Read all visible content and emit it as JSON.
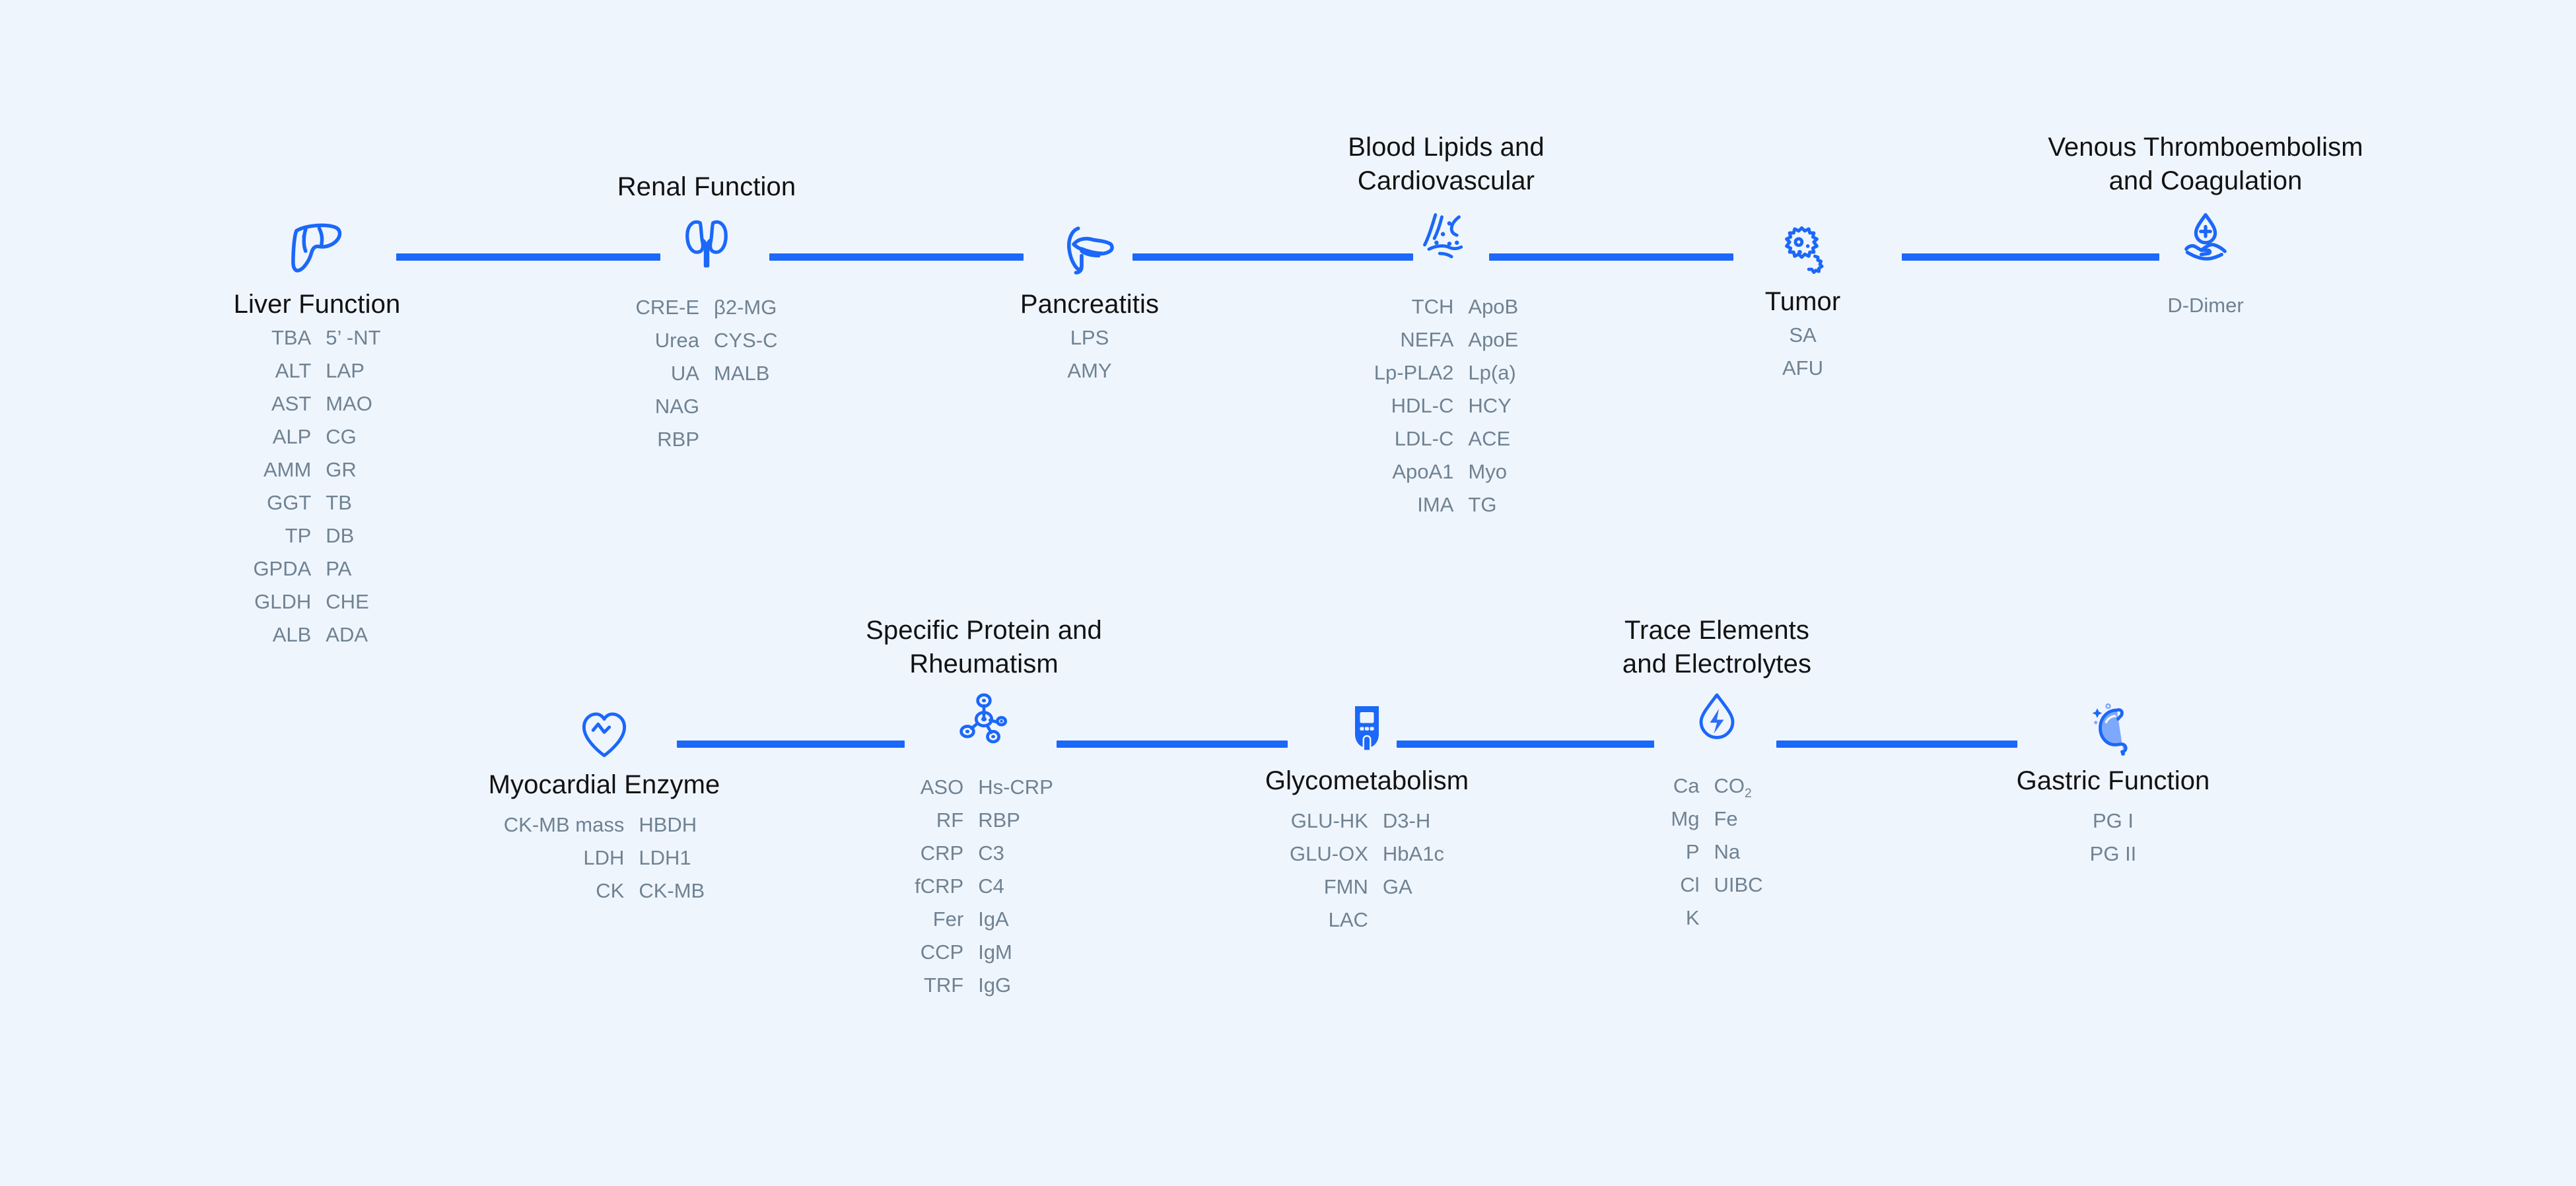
{
  "theme": {
    "background": "#eff5fd",
    "accent": "#1b68f9",
    "title_color": "#121212",
    "item_color": "#6f8292"
  },
  "diagram": {
    "type": "connected-node-flow",
    "rows": 2,
    "node_count": 10
  },
  "nodes": [
    {
      "id": "liver-function",
      "title": "Liver Function",
      "icon": "liver-icon",
      "title_position": "below",
      "columns": [
        [
          "TBA",
          "ALT",
          "AST",
          "ALP",
          "AMM",
          "GGT",
          "TP",
          "GPDA",
          "GLDH",
          "ALB"
        ],
        [
          "5’ -NT",
          "LAP",
          "MAO",
          "CG",
          "GR",
          "TB",
          "DB",
          "PA",
          "CHE",
          "ADA"
        ]
      ]
    },
    {
      "id": "renal-function",
      "title": "Renal Function",
      "icon": "kidneys-icon",
      "title_position": "above",
      "columns": [
        [
          "CRE-E",
          "Urea",
          "UA",
          "NAG",
          "RBP"
        ],
        [
          "β2-MG",
          "CYS-C",
          "MALB"
        ]
      ]
    },
    {
      "id": "pancreatitis",
      "title": "Pancreatitis",
      "icon": "pancreas-icon",
      "title_position": "below",
      "columns": [
        [
          "LPS",
          "AMY"
        ]
      ]
    },
    {
      "id": "blood-lipids-and-cardiovascular",
      "title": "Blood Lipids and\nCardiovascular",
      "icon": "artery-plaque-icon",
      "title_position": "above",
      "columns": [
        [
          "TCH",
          "NEFA",
          "Lp-PLA2",
          "HDL-C",
          "LDL-C",
          "ApoA1",
          "IMA"
        ],
        [
          "ApoB",
          "ApoE",
          "Lp(a)",
          "HCY",
          "ACE",
          "Myo",
          "TG"
        ]
      ]
    },
    {
      "id": "tumor",
      "title": "Tumor",
      "icon": "tumor-cell-icon",
      "title_position": "below",
      "columns": [
        [
          "SA",
          "AFU"
        ]
      ]
    },
    {
      "id": "venous-thromboembolism-and-coagulation",
      "title": "Venous Thromboembolism\nand Coagulation",
      "icon": "blood-drop-hand-icon",
      "title_position": "above",
      "columns": [
        [
          "D-Dimer"
        ]
      ]
    },
    {
      "id": "myocardial-enzyme",
      "title": "Myocardial Enzyme",
      "icon": "heart-pulse-icon",
      "title_position": "below",
      "columns": [
        [
          "CK-MB mass",
          "LDH",
          "CK"
        ],
        [
          "HBDH",
          "LDH1",
          "CK-MB"
        ]
      ]
    },
    {
      "id": "specific-protein-and-rheumatism",
      "title": "Specific Protein and\nRheumatism",
      "icon": "molecule-icon",
      "title_position": "above",
      "columns": [
        [
          "ASO",
          "RF",
          "CRP",
          "fCRP",
          "Fer",
          "CCP",
          "TRF"
        ],
        [
          "Hs-CRP",
          "RBP",
          "C3",
          "C4",
          "IgA",
          "IgM",
          "IgG"
        ]
      ]
    },
    {
      "id": "glycometabolism",
      "title": "Glycometabolism",
      "icon": "glucometer-icon",
      "title_position": "below",
      "columns": [
        [
          "GLU-HK",
          "GLU-OX",
          "FMN",
          "LAC"
        ],
        [
          "D3-H",
          "HbA1c",
          "GA"
        ]
      ]
    },
    {
      "id": "trace-elements-and-electrolytes",
      "title": "Trace Elements\nand Electrolytes",
      "icon": "water-drop-bolt-icon",
      "title_position": "above",
      "columns": [
        [
          "Ca",
          "Mg",
          "P",
          "Cl",
          "K"
        ],
        [
          "CO2",
          "Fe",
          "Na",
          "UIBC"
        ]
      ]
    },
    {
      "id": "gastric-function",
      "title": "Gastric Function",
      "icon": "stomach-icon",
      "title_position": "below",
      "columns": [
        [
          "PG I",
          "PG II"
        ]
      ]
    }
  ]
}
